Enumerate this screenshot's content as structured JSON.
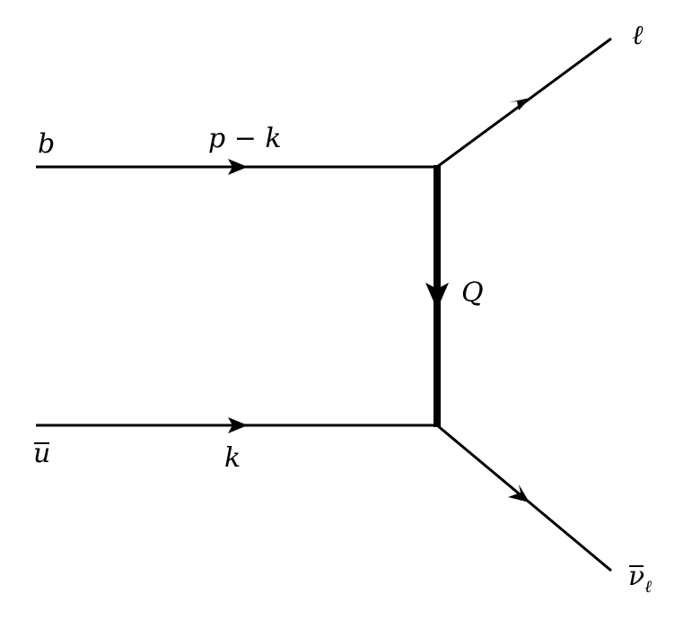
{
  "labels": {
    "b": "b",
    "p_minus_k": "p − k",
    "ell": "ℓ",
    "Q": "Q",
    "u": "u",
    "k": "k",
    "nu": "ν",
    "nu_sub": "ℓ"
  }
}
